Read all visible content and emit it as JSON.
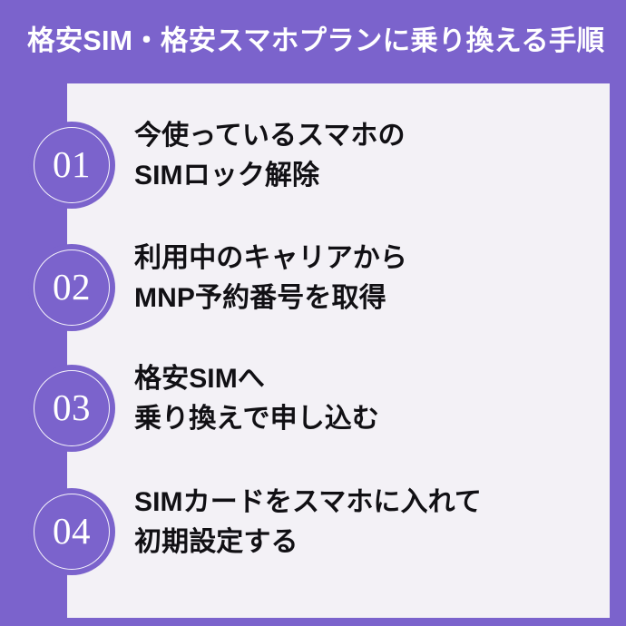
{
  "header": {
    "title": "格安SIM・格安スマホプランに乗り換える手順",
    "background_color": "#7b63cc",
    "text_color": "#ffffff"
  },
  "panel": {
    "background_color": "#f3f1f6"
  },
  "theme": {
    "accent_purple": "#7b63cc",
    "panel_lavender": "#f3f1f6",
    "body_text": "#111014",
    "badge_ring": "#ffffff"
  },
  "steps": [
    {
      "number": "01",
      "line1": "今使っているスマホの",
      "line2": "SIMロック解除"
    },
    {
      "number": "02",
      "line1": "利用中のキャリアから",
      "line2": "MNP予約番号を取得"
    },
    {
      "number": "03",
      "line1": "格安SIMへ",
      "line2": "乗り換えで申し込む"
    },
    {
      "number": "04",
      "line1": "SIMカードをスマホに入れて",
      "line2": "初期設定する"
    }
  ]
}
